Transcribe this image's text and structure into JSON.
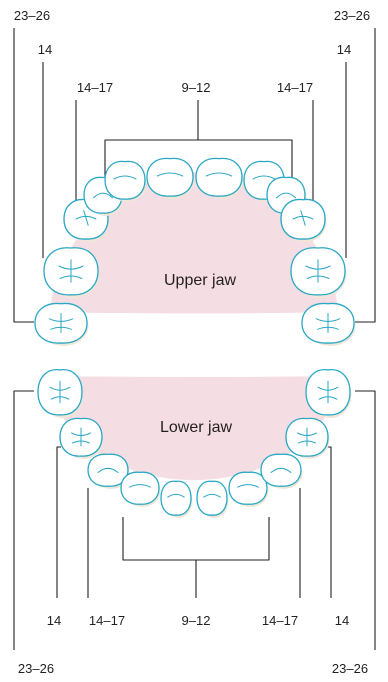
{
  "colors": {
    "gum": "#f5dde4",
    "tooth_outline": "#2aa8c4",
    "tooth_shadow": "#efe6d8",
    "label_text": "#231f20"
  },
  "upper": {
    "jaw_label": "Upper jaw",
    "incisors_age": "9–12",
    "left_premolar_1_age": "14–17",
    "right_premolar_1_age": "14–17",
    "left_premolar_2_age": "14",
    "right_premolar_2_age": "14",
    "left_molar_age": "23–26",
    "right_molar_age": "23–26"
  },
  "lower": {
    "jaw_label": "Lower jaw",
    "incisors_age": "9–12",
    "left_premolar_1_age": "14–17",
    "right_premolar_1_age": "14–17",
    "left_premolar_2_age": "14",
    "right_premolar_2_age": "14",
    "left_molar_age": "23–26",
    "right_molar_age": "23–26"
  },
  "teeth": {
    "upper": [
      {
        "type": "molar"
      },
      {
        "type": "molar"
      },
      {
        "type": "premolar"
      },
      {
        "type": "premolar"
      },
      {
        "type": "canine"
      },
      {
        "type": "incisor"
      },
      {
        "type": "incisor"
      },
      {
        "type": "incisor"
      },
      {
        "type": "incisor"
      },
      {
        "type": "canine"
      },
      {
        "type": "premolar"
      },
      {
        "type": "premolar"
      },
      {
        "type": "molar"
      },
      {
        "type": "molar"
      }
    ],
    "lower": [
      {
        "type": "molar"
      },
      {
        "type": "molar"
      },
      {
        "type": "premolar"
      },
      {
        "type": "premolar"
      },
      {
        "type": "canine"
      },
      {
        "type": "incisor"
      },
      {
        "type": "incisor"
      },
      {
        "type": "incisor"
      },
      {
        "type": "incisor"
      },
      {
        "type": "canine"
      },
      {
        "type": "premolar"
      },
      {
        "type": "premolar"
      },
      {
        "type": "molar"
      },
      {
        "type": "molar"
      }
    ]
  }
}
